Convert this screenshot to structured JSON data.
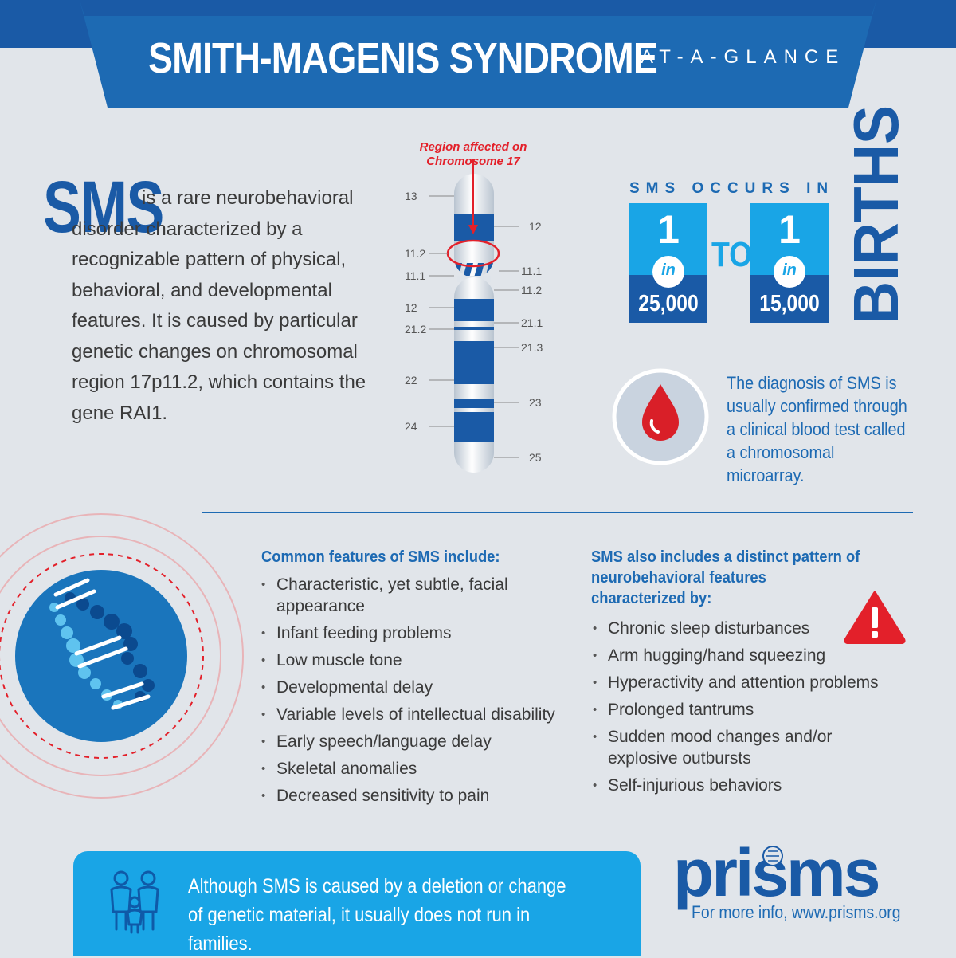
{
  "header": {
    "title": "SMITH-MAGENIS SYNDROME",
    "subtitle": "AT-A-GLANCE"
  },
  "intro": {
    "acronym": "SMS",
    "text": "is a rare neurobehavioral disorder characterized by a recognizable pattern of physical, behavioral, and developmental features. It is caused by particular genetic changes on chromosomal region 17p11.2, which contains the gene RAI1."
  },
  "chromosome": {
    "region_label_line1": "Region affected on",
    "region_label_line2": "Chromosome 17",
    "left_labels": [
      "13",
      "11.2",
      "11.1",
      "12",
      "21.2",
      "22",
      "24"
    ],
    "right_labels": [
      "12",
      "11.1",
      "11.2",
      "21.1",
      "21.3",
      "23",
      "25"
    ]
  },
  "stats": {
    "heading": "SMS OCCURS IN",
    "one": "1",
    "in_word": "in",
    "low": "25,000",
    "to": "TO",
    "high": "15,000",
    "births": "BIRTHS"
  },
  "diagnosis": {
    "text": "The diagnosis of SMS is usually confirmed through a clinical blood test called a chromosomal microarray."
  },
  "common": {
    "heading": "Common features of SMS  include:",
    "items": [
      "Characteristic, yet subtle, facial appearance",
      "Infant feeding problems",
      "Low muscle tone",
      "Developmental delay",
      "Variable levels of intellectual disability",
      "Early speech/language delay",
      "Skeletal anomalies",
      "Decreased sensitivity to pain"
    ]
  },
  "neuro": {
    "heading": "SMS also includes a distinct pattern of neurobehavioral features characterized by:",
    "items": [
      "Chronic sleep disturbances",
      "Arm hugging/hand squeezing",
      "Hyperactivity and attention problems",
      "Prolonged tantrums",
      "Sudden mood changes and/or explosive outbursts",
      "Self-injurious behaviors"
    ]
  },
  "footer": {
    "note": "Although SMS is caused by a deletion or change of genetic material, it usually does not run in families.",
    "logo": "prisms",
    "more_info": "For more info, www.prisms.org"
  },
  "colors": {
    "dark_blue": "#1a5aa6",
    "light_blue": "#19a5e6",
    "red": "#e3202a",
    "background": "#e1e5ea"
  },
  "icons": [
    "dna-icon",
    "blood-drop-icon",
    "warning-icon",
    "family-icon",
    "prisms-logo"
  ]
}
